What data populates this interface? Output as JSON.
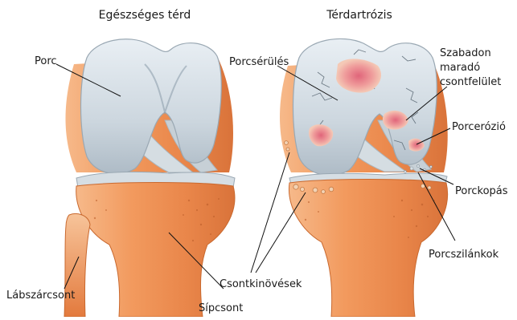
{
  "figure": {
    "healthy_title": "Egészséges térd",
    "arthrosis_title": "Térdartrózis"
  },
  "labels": {
    "porc": "Porc",
    "labszarcsont": "Lábszárcsont",
    "sipcsont": "Sípcsont",
    "porcserules": "Porcsérülés",
    "szabadon_line1": "Szabadon",
    "szabadon_line2": "maradó",
    "szabadon_line3": "csontfelület",
    "porcerozio": "Porcerózió",
    "porckopas": "Porckopás",
    "porcszilankok": "Porcszilánkok",
    "csontkinovesek": "Csontkinövések"
  },
  "colors": {
    "bone": "#e9864a",
    "bone_light": "#f6b98a",
    "cartilage": "#c9d4dc",
    "cartilage_light": "#e6edf2",
    "ligament": "#c4cdd3",
    "lesion": "#f0b1ac",
    "lesion_core": "#e0657a",
    "leader_line": "#111111"
  }
}
